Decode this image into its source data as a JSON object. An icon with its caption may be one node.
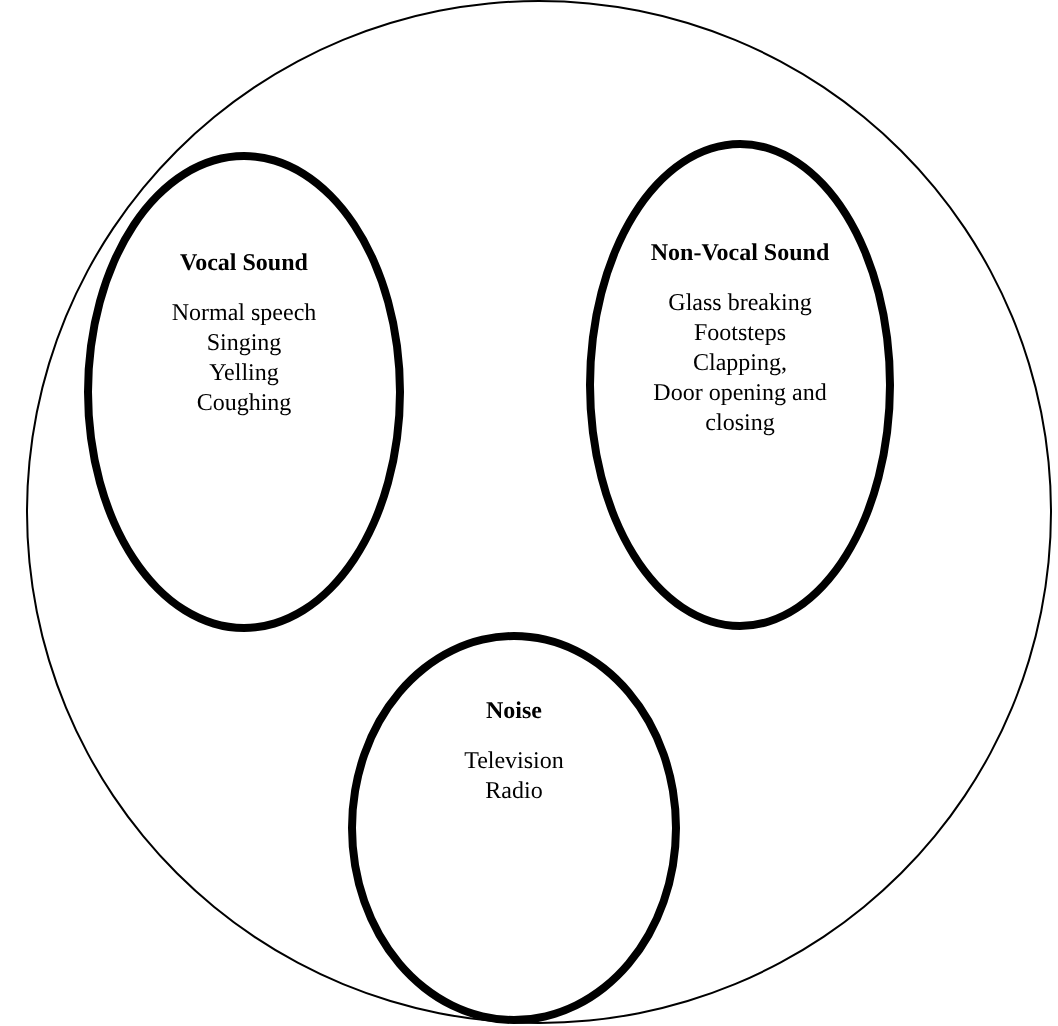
{
  "diagram": {
    "nodes": [
      {
        "text": [],
        "shape": "circle"
      },
      {
        "text": [
          "Vocal Sound",
          "Normal speech",
          "Singing",
          "Yelling",
          "Coughing"
        ],
        "in": 0
      },
      {
        "text": [
          "Non-Vocal Sound",
          "Glass breaking",
          "Footsteps",
          "Clapping,",
          "Door opening and closing"
        ],
        "in": 0
      },
      {
        "text": [
          "Noise",
          "Television",
          "Radio"
        ],
        "in": 0
      }
    ]
  }
}
